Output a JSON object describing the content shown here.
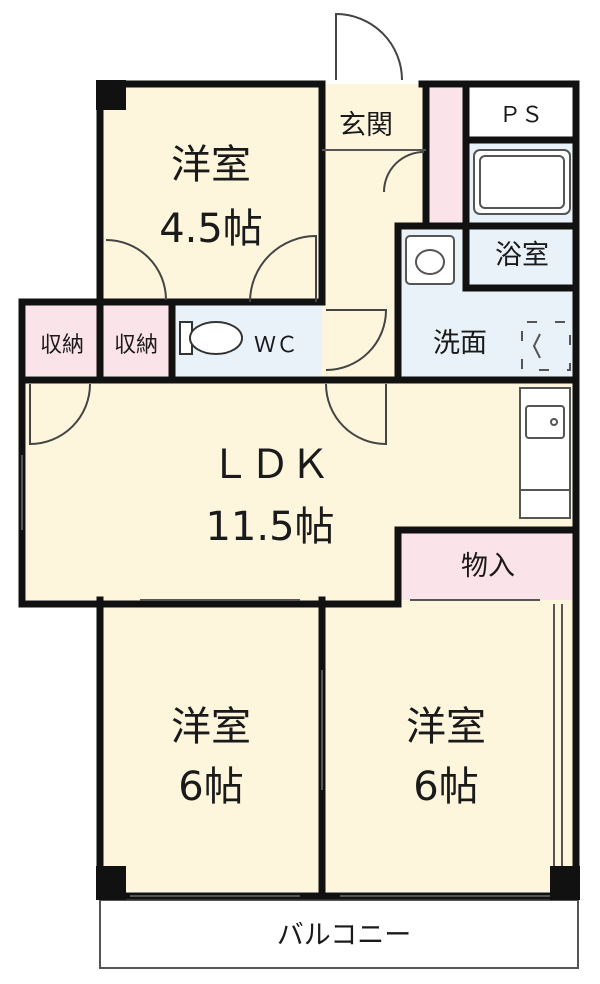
{
  "colors": {
    "room": "#fdf6dd",
    "wet": "#e8f2f8",
    "storage": "#fbe3ea",
    "wall": "#111111",
    "thin": "#555555"
  },
  "rooms": {
    "bedroom_north": {
      "name": "洋室",
      "size": "4.5帖"
    },
    "entrance": {
      "name": "玄関"
    },
    "ps": {
      "name": "ＰＳ"
    },
    "bath": {
      "name": "浴室"
    },
    "washroom": {
      "name": "洗面"
    },
    "wc": {
      "name": "ＷＣ"
    },
    "closet_left": {
      "name": "収納"
    },
    "closet_right": {
      "name": "収納"
    },
    "ldk": {
      "name": "ＬＤＫ",
      "size": "11.5帖"
    },
    "storeroom": {
      "name": "物入"
    },
    "bedroom_sw": {
      "name": "洋室",
      "size": "6帖"
    },
    "bedroom_se": {
      "name": "洋室",
      "size": "6帖"
    },
    "balcony": {
      "name": "バルコニー"
    }
  },
  "fixtures": {
    "toilet": "toilet-icon",
    "bathtub": "bathtub-icon",
    "wash_basin": "sink-icon",
    "kitchen_sink": "kitchen-sink-icon",
    "washing_machine": "washer-space-icon"
  }
}
